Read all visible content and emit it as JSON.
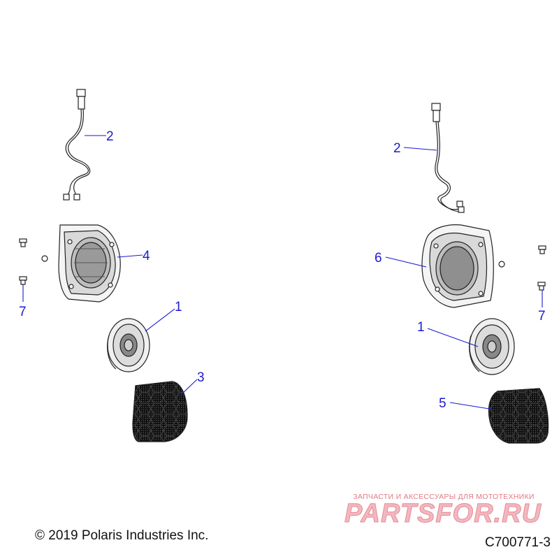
{
  "callouts": [
    {
      "id": "2",
      "label": "2"
    },
    {
      "id": "4",
      "label": "4"
    },
    {
      "id": "7",
      "label": "7"
    },
    {
      "id": "1",
      "label": "1"
    },
    {
      "id": "3",
      "label": "3"
    },
    {
      "id": "2",
      "label": "2"
    },
    {
      "id": "6",
      "label": "6"
    },
    {
      "id": "7",
      "label": "7"
    },
    {
      "id": "1",
      "label": "1"
    },
    {
      "id": "5",
      "label": "5"
    }
  ],
  "footer": {
    "copyright": "© 2019 Polaris Industries Inc.",
    "drawing_number": "C700771-3"
  },
  "watermark": {
    "tagline": "ЗАПЧАСТИ И АКСЕССУАРЫ ДЛЯ МОТОТЕХНИКИ",
    "brand": "PARTSFOR.RU"
  },
  "colors": {
    "callout": "#1a1ad0",
    "line_art": "#222222",
    "watermark": "#e07a86"
  }
}
